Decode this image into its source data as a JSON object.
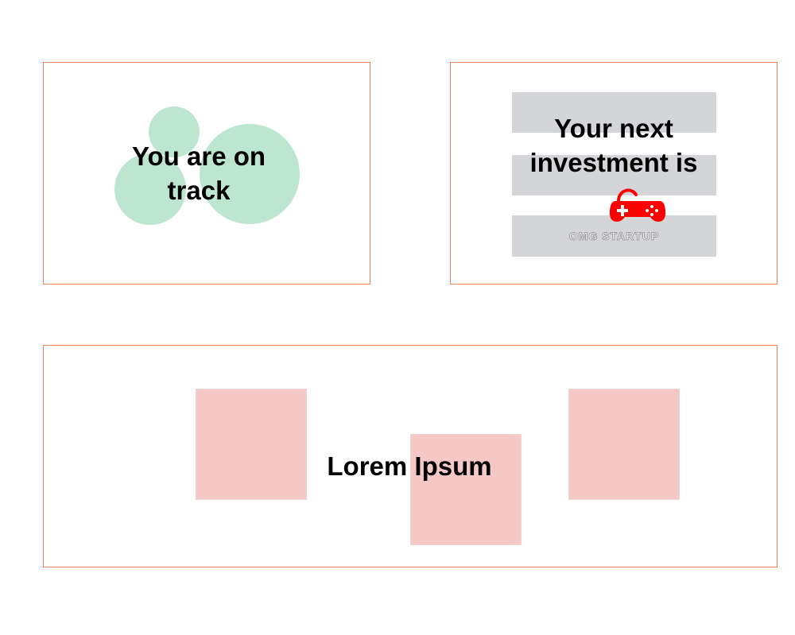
{
  "cards": [
    {
      "headline": "You are on track",
      "shape_color": "#bde6d0"
    },
    {
      "headline": "Your next investment is",
      "bar_color": "#d4d5d8",
      "logo_text": "OMG STARTUP",
      "logo_icon": "gamepad-icon",
      "logo_color": "#ff0000"
    },
    {
      "headline": "Lorem Ipsum",
      "shape_color": "#f6c8c5"
    }
  ],
  "border_color": "#e8835a"
}
